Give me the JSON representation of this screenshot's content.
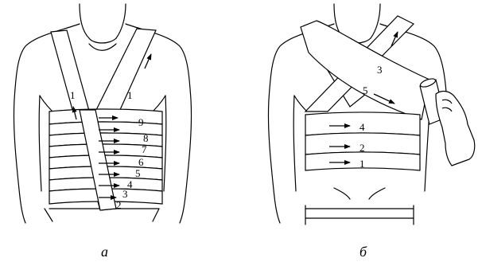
{
  "figure": {
    "panel_a": {
      "caption": "а",
      "numbers": [
        "1",
        "1",
        "9",
        "8",
        "7",
        "6",
        "5",
        "4",
        "3",
        "2"
      ]
    },
    "panel_b": {
      "caption": "б",
      "numbers": [
        "3",
        "5",
        "4",
        "2",
        "1"
      ]
    }
  },
  "colors": {
    "ink": "#000000",
    "paper": "#ffffff"
  }
}
